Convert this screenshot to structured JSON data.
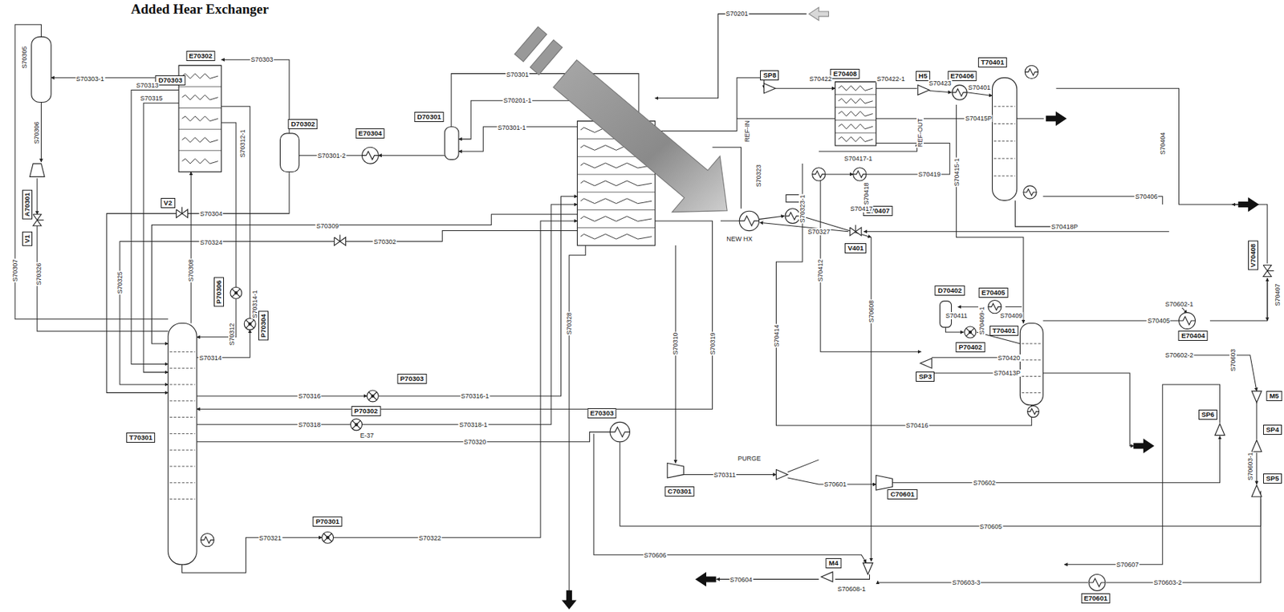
{
  "diagram": {
    "title": "Added Hear Exchanger",
    "nodes": [
      {
        "text": [
          "D70303"
        ]
      },
      {
        "text": [
          "E70302"
        ]
      },
      {
        "text": [
          "D70301"
        ]
      },
      {
        "text": [
          "D70302"
        ]
      },
      {
        "text": [
          "E70304"
        ]
      },
      {
        "text": [
          "A70301"
        ]
      },
      {
        "text": [
          "V2"
        ]
      },
      {
        "text": [
          "V1"
        ]
      },
      {
        "text": [
          "P70306"
        ]
      },
      {
        "text": [
          "P70304"
        ]
      },
      {
        "text": [
          "T70301"
        ]
      },
      {
        "text": [
          "P70303"
        ]
      },
      {
        "text": [
          "P70302"
        ]
      },
      {
        "text": [
          "P70301"
        ]
      },
      {
        "text": [
          "E70303"
        ]
      },
      {
        "text": [
          "C70301"
        ]
      },
      {
        "text": [
          "C70601"
        ]
      },
      {
        "text": [
          "E70408"
        ]
      },
      {
        "text": [
          "H5"
        ]
      },
      {
        "text": [
          "E70406"
        ]
      },
      {
        "text": [
          "T70401"
        ]
      },
      {
        "text": [
          "SP8"
        ]
      },
      {
        "text": [
          "E70407"
        ]
      },
      {
        "text": [
          "V401"
        ]
      },
      {
        "text": [
          "D70402"
        ]
      },
      {
        "text": [
          "E70405"
        ]
      },
      {
        "text": [
          "P70402"
        ]
      },
      {
        "text": [
          "T70401"
        ]
      },
      {
        "text": [
          "E70404"
        ]
      },
      {
        "text": [
          "SP3"
        ]
      },
      {
        "text": [
          "SP6"
        ]
      },
      {
        "text": [
          "M5"
        ]
      },
      {
        "text": [
          "SP4"
        ]
      },
      {
        "text": [
          "SP5"
        ]
      },
      {
        "text": [
          "M4"
        ]
      },
      {
        "text": [
          "E70601"
        ]
      },
      {
        "text": [
          "V70408"
        ]
      }
    ],
    "labels": [
      "S70201",
      "S70305",
      "S70303-1",
      "S70313",
      "S70315",
      "S70303",
      "S70301",
      "S70201-1",
      "S70301-1",
      "S70301-2",
      "S70304",
      "S70312-1",
      "S70309",
      "S70324",
      "S70302",
      "S70306",
      "S70307",
      "S70326",
      "S70325",
      "S70308",
      "S70312",
      "S70314-1",
      "S70314",
      "S70328",
      "S70316",
      "S70316-1",
      "S70318",
      "S70318-1",
      "E-37",
      "S70320",
      "S70321",
      "S70322",
      "S70310",
      "S70319",
      "S70311",
      "PURGE",
      "S70601",
      "S70602",
      "S70605",
      "S70606",
      "S70607",
      "S70604",
      "S70608-1",
      "S70603-3",
      "S70603-2",
      "S70608",
      "S70323",
      "REF-IN",
      "REF-OUT",
      "S70422",
      "S70422-1",
      "S70423",
      "S70401",
      "S70415P",
      "S70323-1",
      "S70417-1",
      "S70418",
      "S70419",
      "S70417",
      "S70327",
      "S70418P",
      "S70415-1",
      "S70404",
      "S70406",
      "S70407",
      "S70414",
      "S70412",
      "S70409",
      "S70409-1",
      "S70411",
      "S70602-1",
      "S70405",
      "S70420",
      "S70413P",
      "S70602-2",
      "S70603",
      "S70416",
      "S70603-1",
      "NEW HX"
    ]
  }
}
